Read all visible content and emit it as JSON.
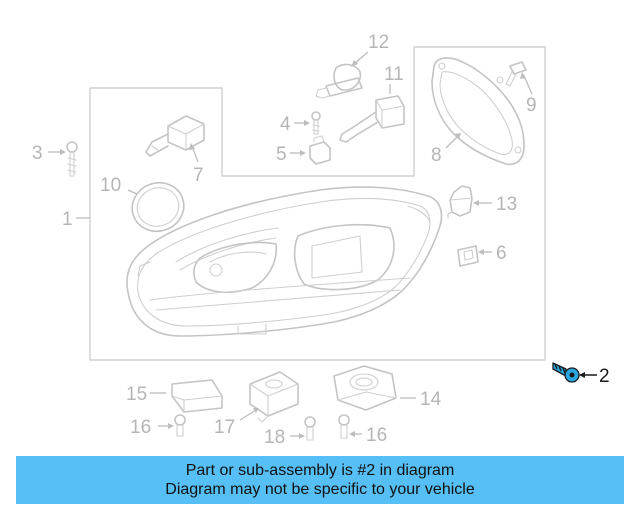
{
  "callouts": {
    "c1": "1",
    "c2": "2",
    "c3": "3",
    "c4": "4",
    "c5": "5",
    "c6": "6",
    "c7": "7",
    "c8": "8",
    "c9": "9",
    "c10": "10",
    "c11": "11",
    "c12": "12",
    "c13": "13",
    "c14": "14",
    "c15": "15",
    "c16a": "16",
    "c16b": "16",
    "c17": "17",
    "c18": "18"
  },
  "highlighted_part": "2",
  "colors": {
    "highlight": "#2aa8e0",
    "banner": "#56bff5"
  },
  "banner": {
    "line1": "Part or sub-assembly is #2 in diagram",
    "line2": "Diagram may not be specific to your vehicle"
  }
}
